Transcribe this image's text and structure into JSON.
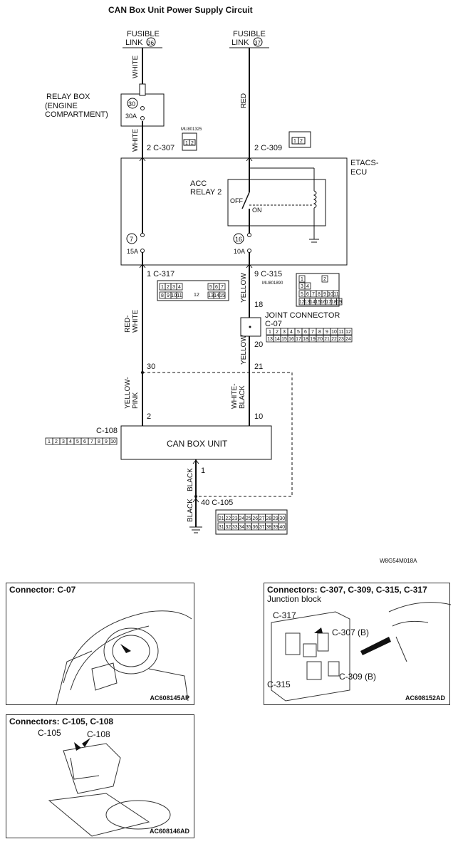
{
  "title": "CAN Box Unit Power Supply Circuit",
  "fusible_links": [
    {
      "label": "FUSIBLE\nLINK",
      "num": "36"
    },
    {
      "label": "FUSIBLE\nLINK",
      "num": "37"
    }
  ],
  "relay_box": {
    "label": "RELAY BOX\n(ENGINE\nCOMPARTMENT)",
    "fuse_num": "30",
    "fuse_amp": "30A"
  },
  "etacs": {
    "label": "ETACS-\nECU",
    "relay_label": "ACC\nRELAY 2",
    "off": "OFF",
    "on": "ON",
    "fuse_left_num": "7",
    "fuse_left_amp": "15A",
    "fuse_right_num": "16",
    "fuse_right_amp": "10A"
  },
  "connectors": {
    "c307": "2  C-307",
    "c309": "2  C-309",
    "c317": "1  C-317",
    "c315": "9  C-315",
    "c07_label": "JOINT CONNECTOR\nC-07",
    "c108": "C-108",
    "c105": "40  C-105",
    "mu801325": "MU801325",
    "mu801890": "MU801890"
  },
  "pins": {
    "p18": "18",
    "p20": "20",
    "p30": "30",
    "p21": "21",
    "p2": "2",
    "p10": "10",
    "p1": "1"
  },
  "wires": {
    "white": "WHITE",
    "red": "RED",
    "yellow": "YELLOW",
    "red_white": "RED-\nWHITE",
    "yellow_pink": "YELLOW-\nPINK",
    "white_black": "WHITE-\nBLACK",
    "black": "BLACK"
  },
  "can_box": "CAN BOX UNIT",
  "fig_code": "W8G54M018A",
  "c317_cells": [
    "1",
    "2",
    "3",
    "4",
    "",
    "",
    "5",
    "6",
    "7",
    "8",
    "9",
    "10",
    "11",
    "12",
    "13",
    "14",
    "15"
  ],
  "c315_top": [
    "1",
    "2",
    "3",
    "4",
    "5",
    "6",
    "7",
    "8",
    "9",
    "10",
    "11",
    "12",
    "13",
    "14",
    "15",
    "16",
    "17",
    "18",
    "19"
  ],
  "c07_cells": [
    "1",
    "2",
    "3",
    "4",
    "5",
    "6",
    "7",
    "8",
    "9",
    "10",
    "11",
    "12",
    "13",
    "14",
    "15",
    "16",
    "17",
    "18",
    "19",
    "20",
    "21",
    "22",
    "23",
    "24"
  ],
  "c108_cells": [
    "1",
    "2",
    "3",
    "4",
    "5",
    "6",
    "7",
    "8",
    "9",
    "10"
  ],
  "c105_cells": [
    "21",
    "22",
    "23",
    "24",
    "25",
    "26",
    "27",
    "28",
    "29",
    "30",
    "31",
    "32",
    "33",
    "34",
    "35",
    "36",
    "37",
    "38",
    "39",
    "40"
  ],
  "panels": [
    {
      "title": "Connector: C-07",
      "code": "AC608145AP"
    },
    {
      "title": "Connectors: C-307, C-309, C-315, C-317",
      "subtitle": "Junction block",
      "labels": [
        "C-317",
        "C-307 (B)",
        "C-315",
        "C-309 (B)"
      ],
      "code": "AC608152AD"
    },
    {
      "title": "Connectors: C-105, C-108",
      "labels": [
        "C-105",
        "C-108"
      ],
      "code": "AC608146AD"
    }
  ]
}
